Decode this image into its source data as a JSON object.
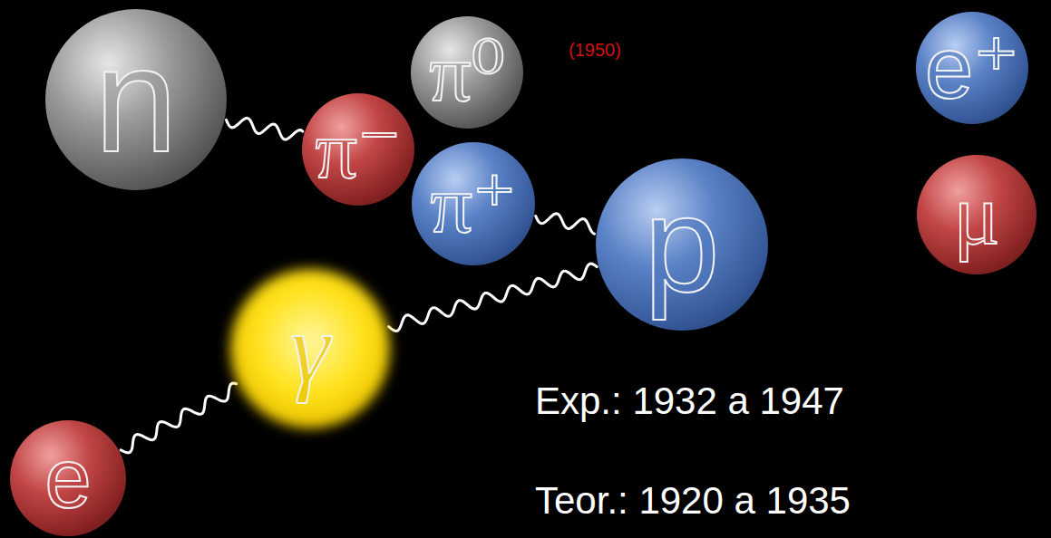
{
  "diagram": {
    "nodes": [
      {
        "text": [
          "n"
        ]
      },
      {
        "text": [
          "π⁻"
        ]
      },
      {
        "text": [
          "π⁰"
        ]
      },
      {
        "text": [
          "π⁺"
        ]
      },
      {
        "text": [
          "p"
        ]
      },
      {
        "text": [
          "e⁺"
        ]
      },
      {
        "text": [
          "μ"
        ]
      },
      {
        "text": [
          "γ"
        ]
      },
      {
        "text": [
          "e"
        ]
      }
    ],
    "edges": [
      {
        "from": 0,
        "to": 1,
        "arrow": "none"
      },
      {
        "from": 3,
        "to": 4,
        "arrow": "none"
      },
      {
        "from": 8,
        "to": 7,
        "arrow": "none"
      },
      {
        "from": 7,
        "to": 4,
        "arrow": "none"
      }
    ],
    "labels": [
      "(1950)",
      "Exp.: 1932 a 1947",
      "Teor.: 1920 a 1935"
    ]
  }
}
